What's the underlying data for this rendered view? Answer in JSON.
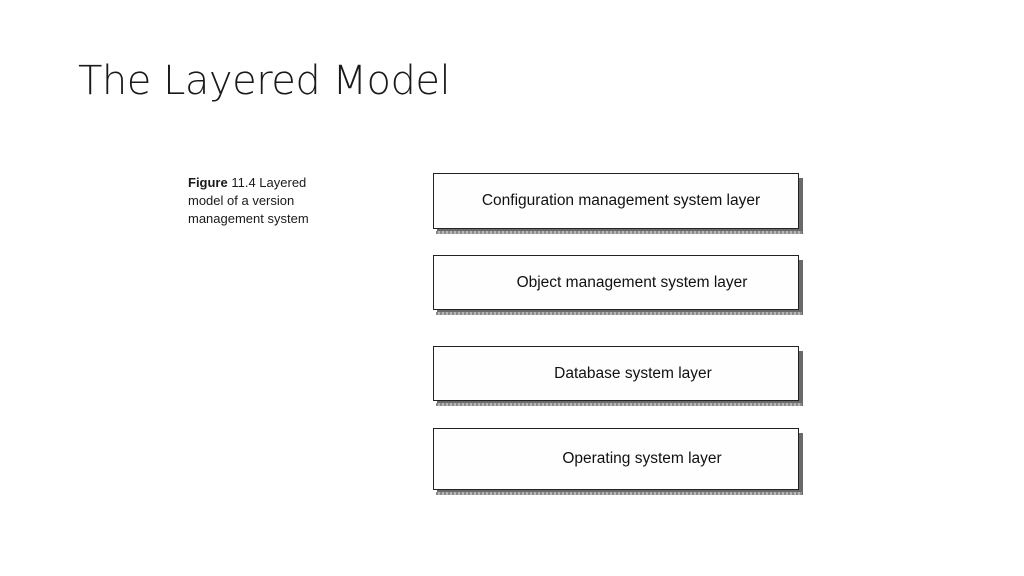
{
  "slide": {
    "title": "The Layered Model"
  },
  "figure": {
    "label": "Figure",
    "caption": "11.4 Layered model of a version management system"
  },
  "layers": [
    {
      "label": "Configuration management system layer"
    },
    {
      "label": "Object management system layer"
    },
    {
      "label": "Database system layer"
    },
    {
      "label": "Operating system layer"
    }
  ]
}
